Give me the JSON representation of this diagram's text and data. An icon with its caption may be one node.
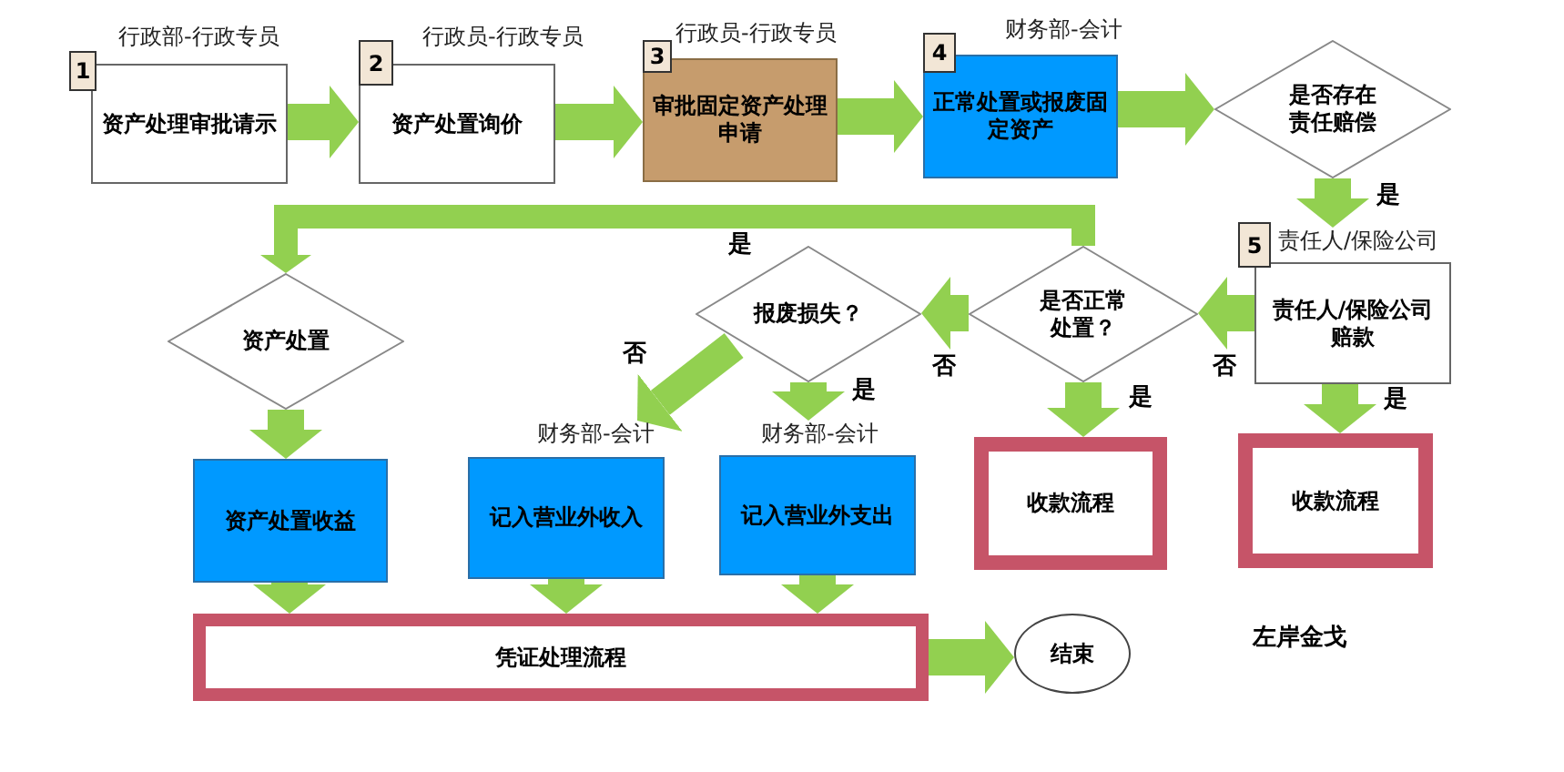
{
  "diagram": {
    "nodes": [
      {
        "text": [
          "1",
          "资产处理审批请示"
        ],
        "beside": [
          "行政部-行政专员"
        ]
      },
      {
        "text": [
          "2",
          "资产处置询价"
        ],
        "beside": [
          "行政员-行政专员"
        ]
      },
      {
        "text": [
          "3",
          "审批固定资产处理申请"
        ],
        "beside": [
          "行政员-行政专员"
        ]
      },
      {
        "text": [
          "4",
          "正常处置或报废固定资产"
        ],
        "beside": [
          "财务部-会计"
        ]
      },
      {
        "text": [
          "是否存在责任赔偿"
        ]
      },
      {
        "text": [
          "5",
          "责任人/保险公司赔款"
        ],
        "beside": [
          "责任人/保险公司"
        ]
      },
      {
        "text": [
          "资产处置"
        ]
      },
      {
        "text": [
          "报废损失？"
        ]
      },
      {
        "text": [
          "是否正常处置？"
        ]
      },
      {
        "text": [
          "资产处置收益"
        ]
      },
      {
        "text": [
          "记入营业外收入"
        ],
        "beside": [
          "财务部-会计"
        ]
      },
      {
        "text": [
          "记入营业外支出"
        ],
        "beside": [
          "财务部-会计"
        ]
      },
      {
        "text": [
          "收款流程"
        ]
      },
      {
        "text": [
          "收款流程"
        ]
      },
      {
        "text": [
          "凭证处理流程"
        ]
      },
      {
        "text": [
          "结束"
        ]
      }
    ],
    "edges": [
      {
        "from": 0,
        "to": 1,
        "arrow": "to"
      },
      {
        "from": 1,
        "to": 2,
        "arrow": "to"
      },
      {
        "from": 2,
        "to": 3,
        "arrow": "to"
      },
      {
        "from": 3,
        "to": 4,
        "arrow": "to"
      },
      {
        "from": 4,
        "to": 5,
        "arrow": "to",
        "label": "是"
      },
      {
        "from": 5,
        "to": 8,
        "arrow": "to",
        "label": "否"
      },
      {
        "from": 8,
        "to": 6,
        "arrow": "to",
        "label": "是"
      },
      {
        "from": 8,
        "to": 7,
        "arrow": "to",
        "label": "否"
      },
      {
        "from": 8,
        "to": 12,
        "arrow": "to",
        "label": "是"
      },
      {
        "from": 7,
        "to": 10,
        "arrow": "to",
        "label": "否"
      },
      {
        "from": 7,
        "to": 11,
        "arrow": "to",
        "label": "是"
      },
      {
        "from": 6,
        "to": 9,
        "arrow": "to"
      },
      {
        "from": 5,
        "to": 13,
        "arrow": "to",
        "label": "是"
      },
      {
        "from": 9,
        "to": 14,
        "arrow": "to"
      },
      {
        "from": 10,
        "to": 14,
        "arrow": "to"
      },
      {
        "from": 11,
        "to": 14,
        "arrow": "to"
      },
      {
        "from": 14,
        "to": 15,
        "arrow": "to"
      }
    ],
    "labels": [
      "左岸金戈"
    ]
  }
}
